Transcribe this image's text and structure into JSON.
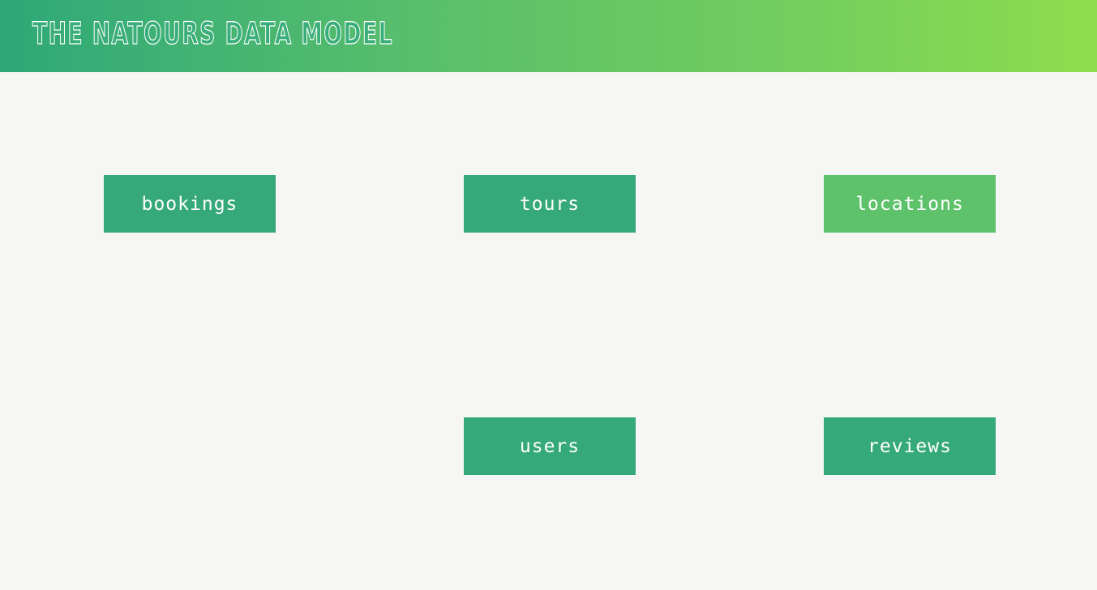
{
  "header": {
    "title": "The Natours Data Model"
  },
  "nodes": {
    "bookings": {
      "label": "bookings",
      "color": "#36a97a"
    },
    "tours": {
      "label": "tours",
      "color": "#36a97a"
    },
    "locations": {
      "label": "locations",
      "color": "#5dc269"
    },
    "users": {
      "label": "users",
      "color": "#36a97a"
    },
    "reviews": {
      "label": "reviews",
      "color": "#36a97a"
    }
  },
  "colors": {
    "background": "#f6f6f5",
    "header_gradient_start": "#2ea879",
    "header_gradient_end": "#8edd4c"
  }
}
